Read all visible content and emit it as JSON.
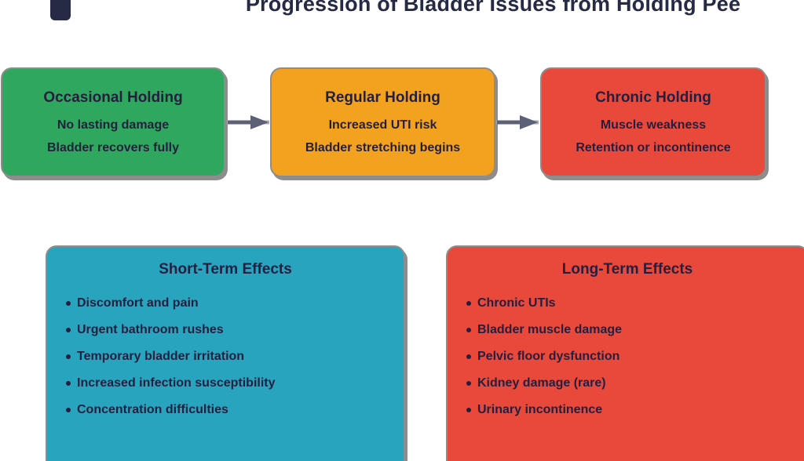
{
  "title": "Progression of Bladder Issues from Holding Pee",
  "stages": [
    {
      "name": "Occasional Holding",
      "lines": [
        "No lasting damage",
        "Bladder recovers fully"
      ],
      "color": "#2fa75e"
    },
    {
      "name": "Regular Holding",
      "lines": [
        "Increased UTI risk",
        "Bladder stretching begins"
      ],
      "color": "#f2a21e"
    },
    {
      "name": "Chronic Holding",
      "lines": [
        "Muscle weakness",
        "Retention or incontinence"
      ],
      "color": "#e8493b"
    }
  ],
  "effects": [
    {
      "name": "Short-Term Effects",
      "color": "#29a4bf",
      "items": [
        "Discomfort and pain",
        "Urgent bathroom rushes",
        "Temporary bladder irritation",
        "Increased infection susceptibility",
        "Concentration difficulties"
      ]
    },
    {
      "name": "Long-Term Effects",
      "color": "#e8493b",
      "items": [
        "Chronic UTIs",
        "Bladder muscle damage",
        "Pelvic floor dysfunction",
        "Kidney damage (rare)",
        "Urinary incontinence"
      ]
    }
  ],
  "colors": {
    "background": "#ffffff",
    "text": "#241f3e",
    "title_text": "#262a45",
    "card_border": "#8d8d8d",
    "arrow_shaft": "#a7abb5",
    "arrow_head": "#5d6178"
  }
}
